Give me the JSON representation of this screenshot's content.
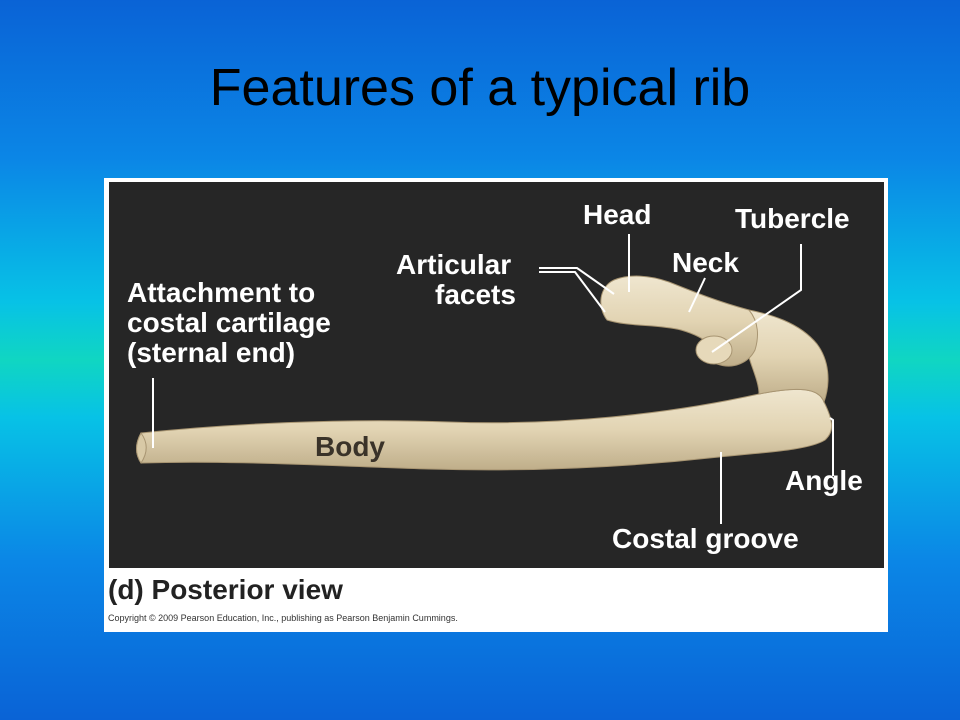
{
  "slide": {
    "title": "Features of a typical rib"
  },
  "figure": {
    "labels": {
      "head": "Head",
      "tubercle": "Tubercle",
      "neck": "Neck",
      "articular_facets_line1": "Articular",
      "articular_facets_line2": "facets",
      "attachment_line1": "Attachment to",
      "attachment_line2": "costal cartilage",
      "attachment_line3": "(sternal end)",
      "body": "Body",
      "angle": "Angle",
      "costal_groove": "Costal groove"
    },
    "caption": "(d) Posterior view",
    "copyright": "Copyright © 2009 Pearson Education, Inc., publishing as Pearson Benjamin Cummings."
  },
  "colors": {
    "panel_background": "#262626",
    "bone": "#e8dcc0",
    "label_text": "#ffffff"
  }
}
